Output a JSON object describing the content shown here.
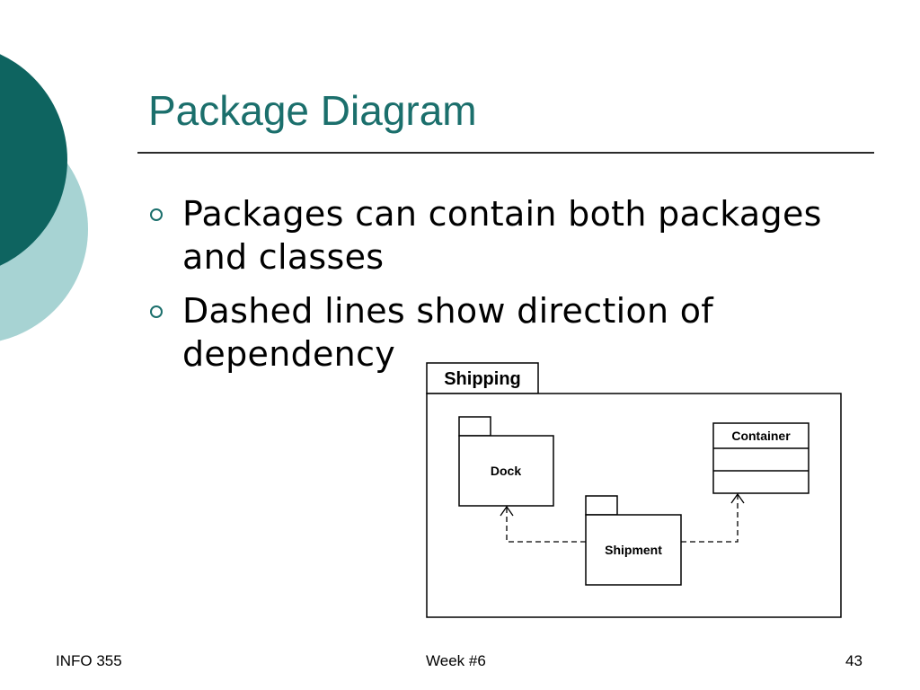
{
  "slide": {
    "title": "Package Diagram",
    "bullets": [
      "Packages can contain both packages and classes",
      "Dashed lines show direction of dependency"
    ]
  },
  "diagram": {
    "outer_package": "Shipping",
    "packages": [
      "Dock",
      "Shipment"
    ],
    "class_name": "Container",
    "dependencies": [
      {
        "from": "Shipment",
        "to": "Dock"
      },
      {
        "from": "Shipment",
        "to": "Container"
      }
    ]
  },
  "footer": {
    "left": "INFO 355",
    "center": "Week #6",
    "right": "43"
  },
  "colors": {
    "title": "#1b6f6c",
    "dark_circle": "#0e6460",
    "light_circle": "#a7d3d3"
  }
}
